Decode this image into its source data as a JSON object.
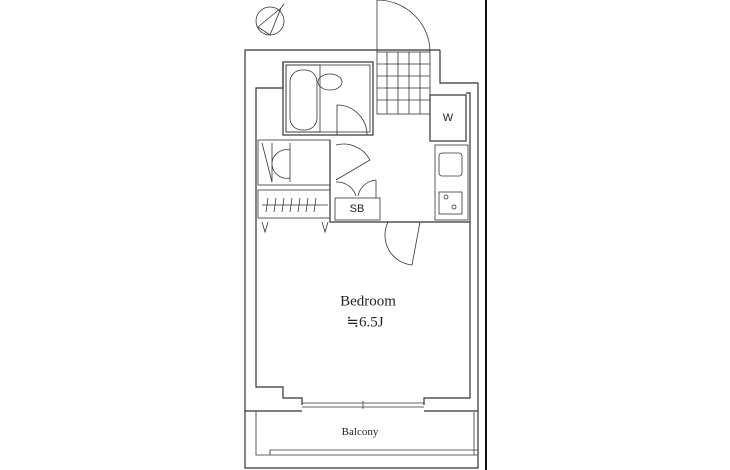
{
  "plan": {
    "compass_label": "N",
    "rooms": {
      "bedroom": {
        "name": "Bedroom",
        "size": "≒6.5J"
      },
      "balcony": "Balcony",
      "shoe_box": "SB",
      "washer": "W"
    }
  }
}
